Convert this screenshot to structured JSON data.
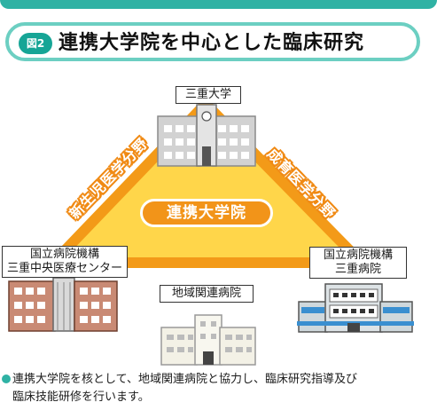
{
  "figure": {
    "badge": "図2",
    "title": "連携大学院を中心とした臨床研究"
  },
  "nodes": {
    "top": {
      "label": "三重大学"
    },
    "left": {
      "line1": "国立病院機構",
      "line2": "三重中央医療センター"
    },
    "right": {
      "line1": "国立病院機構",
      "line2": "三重病院"
    },
    "bottom": {
      "label": "地域関連病院"
    }
  },
  "center": {
    "label": "連携大学院"
  },
  "sides": {
    "left": "新生児医学分野",
    "right": "成育医学分野"
  },
  "footnote": {
    "line1": "連携大学院を核として、地域関連病院と協力し、臨床研究指導及び",
    "line2": "臨床技能研修を行います。"
  },
  "colors": {
    "teal": "#2fb2a4",
    "triangle_fill": "#ffd64a",
    "triangle_border": "#f39a18",
    "center_fill": "#f29419"
  }
}
